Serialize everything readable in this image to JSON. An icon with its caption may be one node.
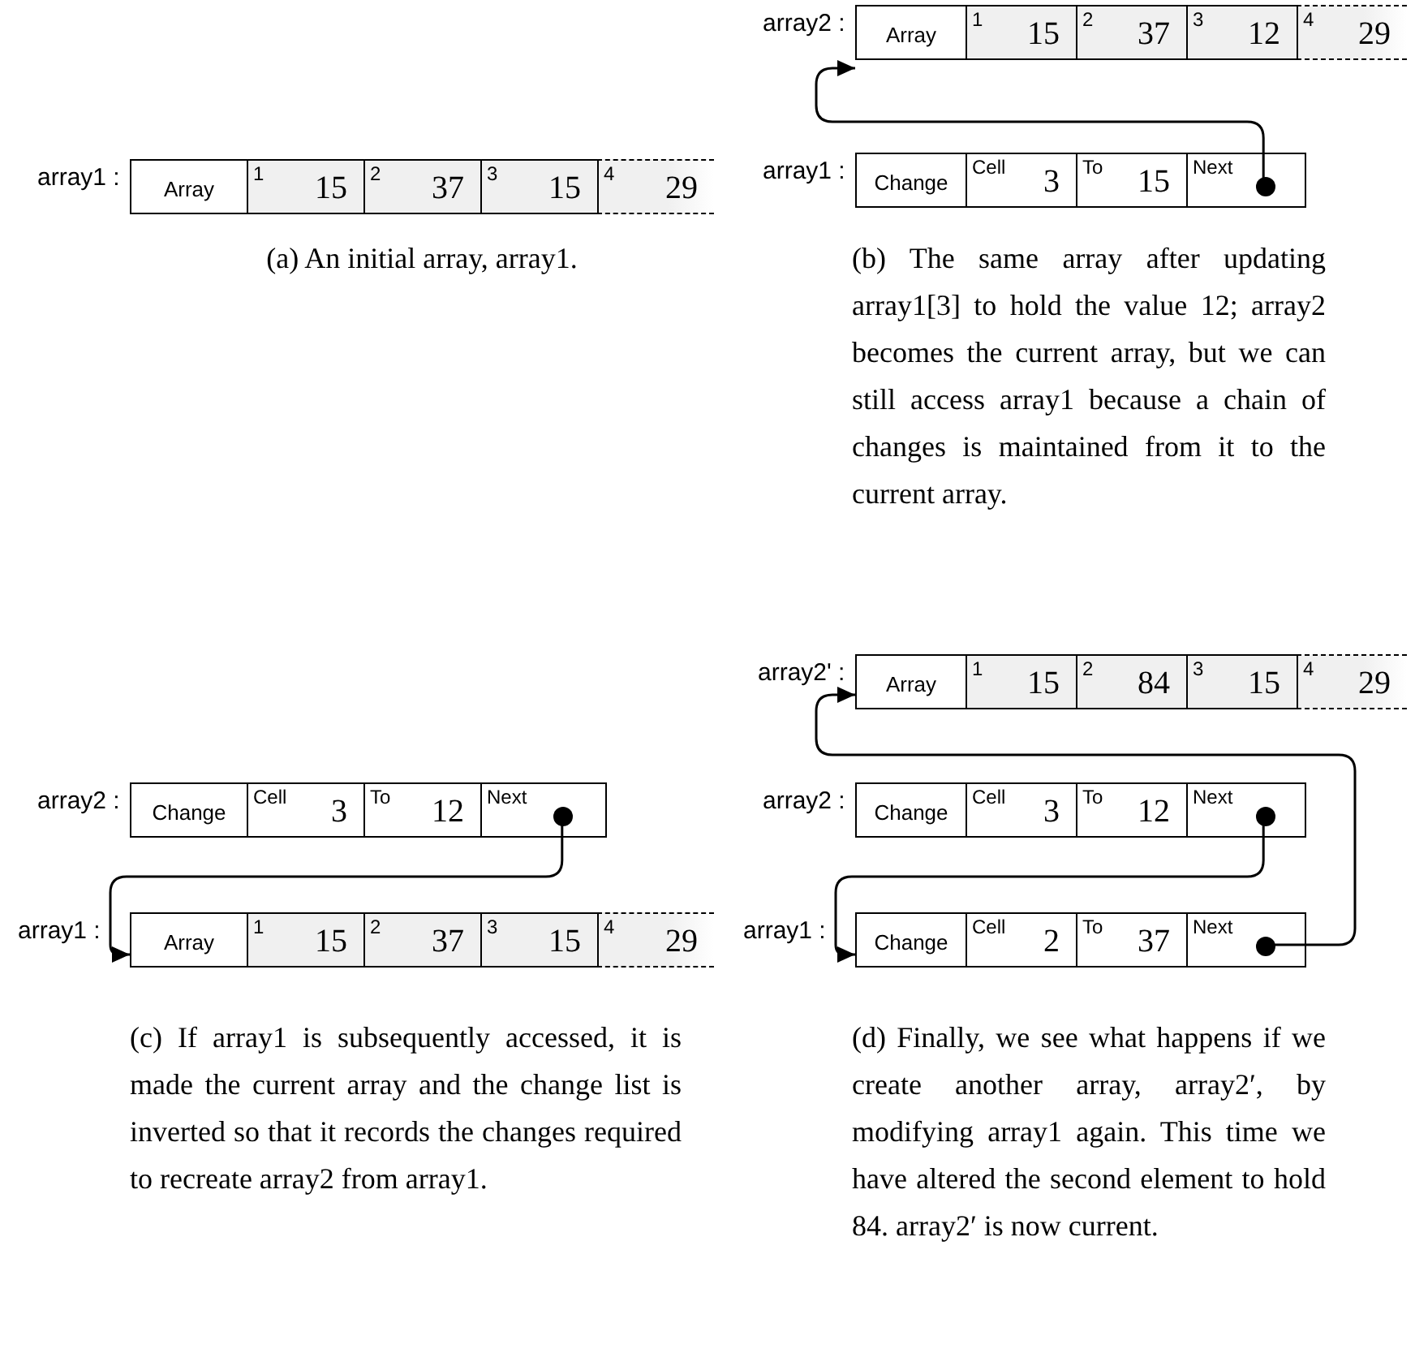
{
  "diagram": {
    "nodes": [
      {
        "text": [
          "Array",
          "1",
          "15",
          "2",
          "37",
          "3",
          "15",
          "4",
          "29"
        ],
        "beside": [
          "array1 :"
        ]
      },
      {
        "text": [
          "Array",
          "1",
          "15",
          "2",
          "37",
          "3",
          "12",
          "4",
          "29"
        ],
        "beside": [
          "array2 :"
        ]
      },
      {
        "text": [
          "Change",
          "Cell",
          "3",
          "To",
          "15",
          "Next"
        ],
        "beside": [
          "array1 :"
        ]
      },
      {
        "text": [
          "Change",
          "Cell",
          "3",
          "To",
          "12",
          "Next"
        ],
        "beside": [
          "array2 :"
        ]
      },
      {
        "text": [
          "Array",
          "1",
          "15",
          "2",
          "37",
          "3",
          "15",
          "4",
          "29"
        ],
        "beside": [
          "array1 :"
        ]
      },
      {
        "text": [
          "Array",
          "1",
          "15",
          "2",
          "84",
          "3",
          "15",
          "4",
          "29"
        ],
        "beside": [
          "array2' :"
        ]
      },
      {
        "text": [
          "Change",
          "Cell",
          "3",
          "To",
          "12",
          "Next"
        ],
        "beside": [
          "array2 :"
        ]
      },
      {
        "text": [
          "Change",
          "Cell",
          "2",
          "To",
          "37",
          "Next"
        ],
        "beside": [
          "array1 :"
        ]
      }
    ],
    "edges": [
      {
        "from": 2,
        "to": 1,
        "arrow": "to"
      },
      {
        "from": 3,
        "to": 4,
        "arrow": "to"
      },
      {
        "from": 6,
        "to": 7,
        "arrow": "to"
      },
      {
        "from": 7,
        "to": 5,
        "arrow": "to"
      }
    ],
    "labels": [
      "(a) An initial array, array1.",
      "(b) The same array after updating array1[3] to hold the value 12; array2 becomes the current array, but we can still access array1 because a chain of changes is maintained from it to the current array.",
      "(c) If array1 is subsequently accessed, it is made the current array and the change list is inverted so that it records the changes required to recreate array2 from array1.",
      "(d) Finally, we see what happens if we create another array, array2′, by modifying array1 again. This time we have altered the second element to hold 84. array2′ is now current."
    ]
  }
}
